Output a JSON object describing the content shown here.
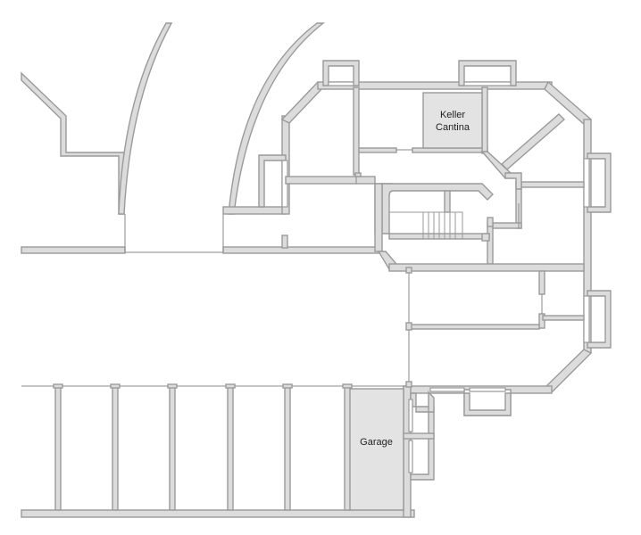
{
  "rooms": [
    {
      "id": "keller",
      "lines": [
        "Keller",
        "Cantina"
      ]
    },
    {
      "id": "garage",
      "lines": [
        "Garage"
      ]
    }
  ],
  "colors": {
    "wall_fill": "#dcdcdc",
    "wall_stroke": "#9a9a9a",
    "room_highlight": "#e3e3e3",
    "background": "#ffffff"
  }
}
